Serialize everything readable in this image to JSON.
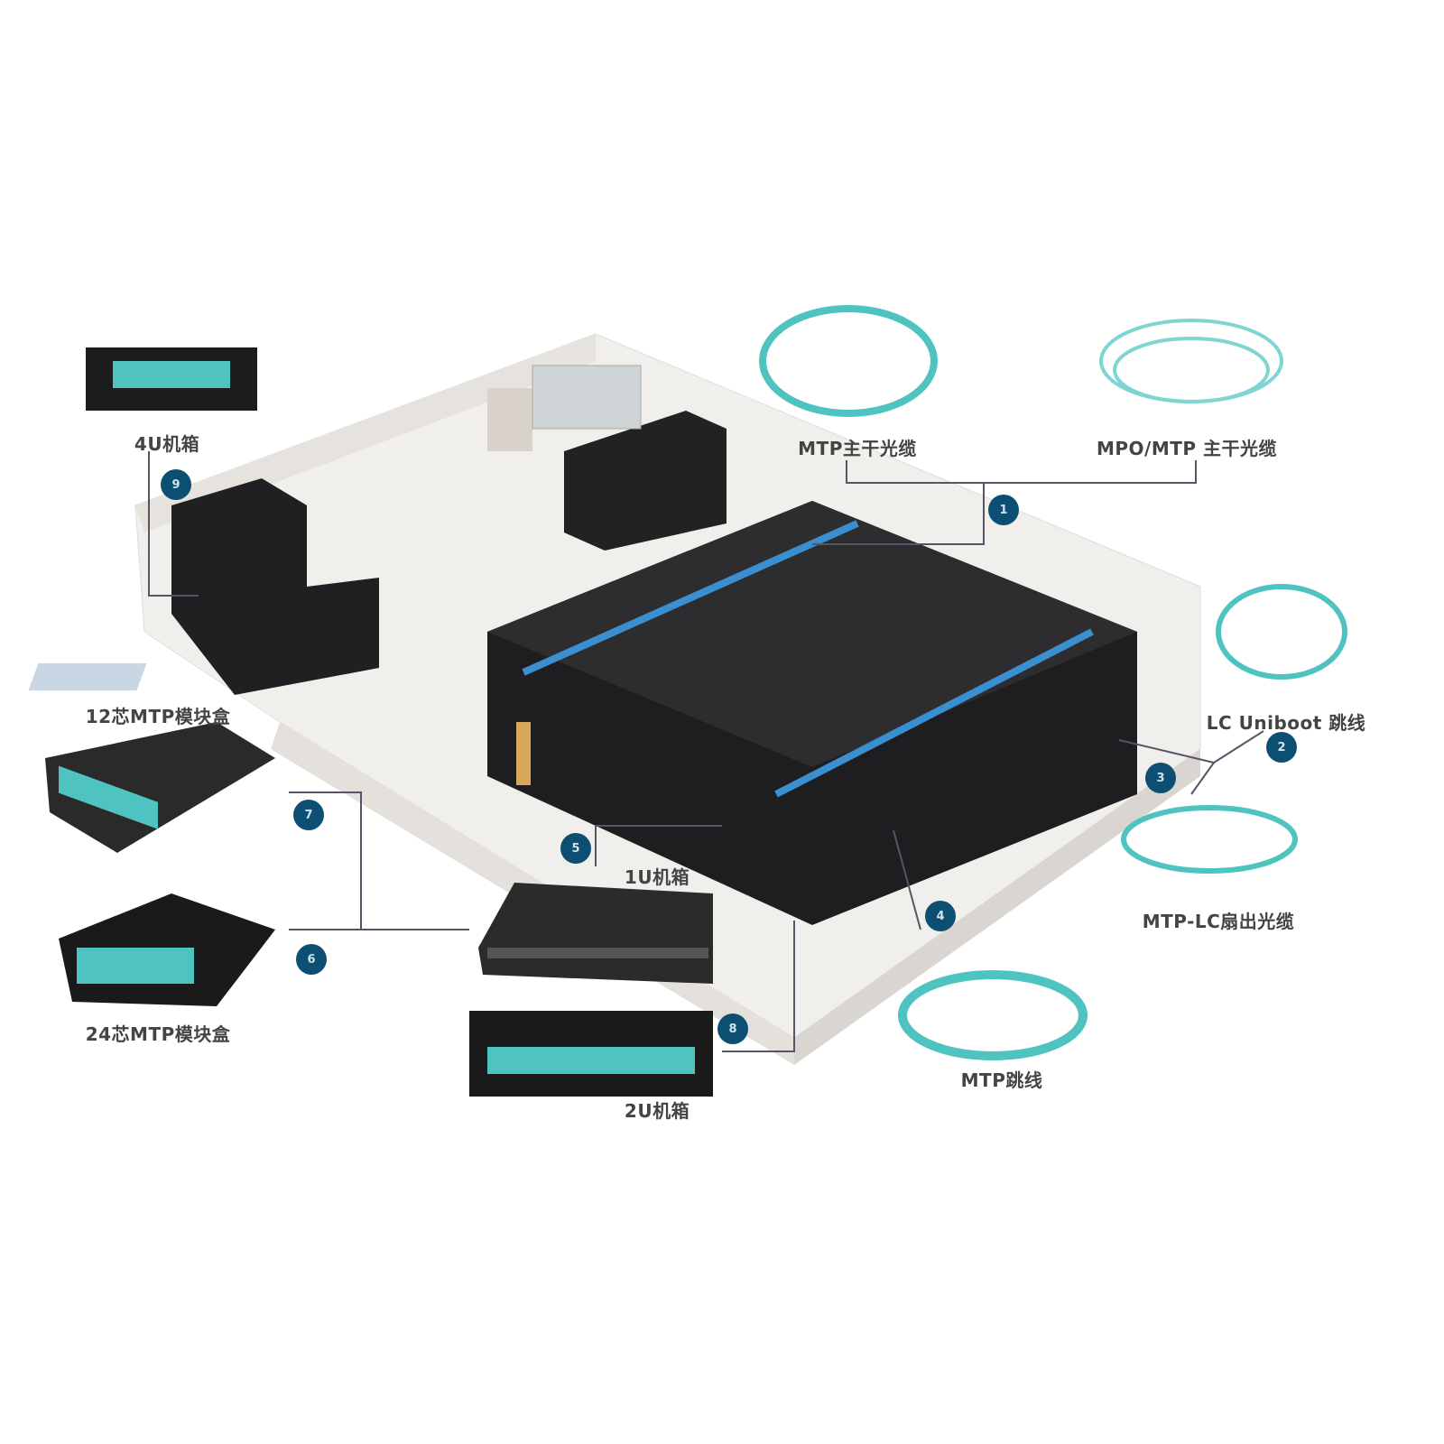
{
  "products": {
    "chassis_4u": "4U机箱",
    "mtp_trunk": "MTP主干光缆",
    "mpo_mtp_trunk": "MPO/MTP 主干光缆",
    "lc_uniboot": "LC Uniboot 跳线",
    "mtp_lc_fanout": "MTP-LC扇出光缆",
    "mtp_patch": "MTP跳线",
    "chassis_1u": "1U机箱",
    "chassis_2u": "2U机箱",
    "cassette_12": "12芯MTP模块盒",
    "cassette_24": "24芯MTP模块盒"
  },
  "markers": [
    "1",
    "2",
    "3",
    "4",
    "5",
    "6",
    "7",
    "8",
    "9"
  ],
  "colors": {
    "marker": "#0d4f72",
    "fiber": "#4fc3c0",
    "rack": "#1e1e20",
    "floor": "#f1efec"
  }
}
